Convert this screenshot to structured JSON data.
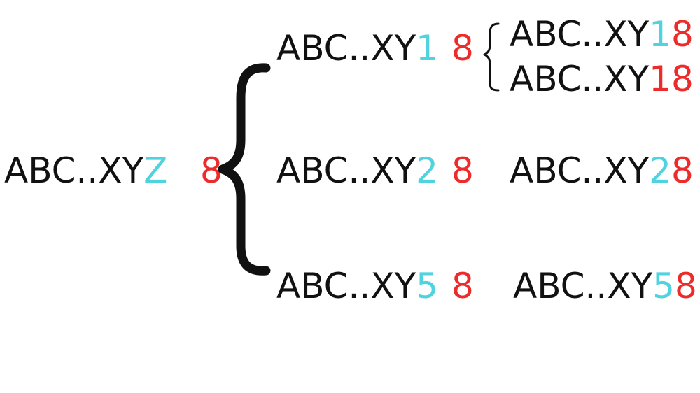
{
  "colors": {
    "text": "#111111",
    "accent_cyan": "#4fd3de",
    "accent_red": "#ee2b2b"
  },
  "root": {
    "prefix": "ABC..XY",
    "suffix": "Z",
    "digit": "8"
  },
  "branches": [
    {
      "prefix": "ABC..XY",
      "suffix": "1",
      "digit": "8",
      "results": [
        {
          "prefix": "ABC..XY",
          "mid": "1",
          "end": "8"
        },
        {
          "prefix": "ABC..XY",
          "mid": "1",
          "end": "8"
        }
      ]
    },
    {
      "prefix": "ABC..XY",
      "suffix": "2",
      "digit": "8",
      "results": [
        {
          "prefix": "ABC..XY",
          "mid": "2",
          "end": "8"
        }
      ]
    },
    {
      "prefix": "ABC..XY",
      "suffix": "5",
      "digit": "8",
      "results": [
        {
          "prefix": "ABC..XY",
          "mid": "5",
          "end": "8"
        }
      ]
    }
  ]
}
